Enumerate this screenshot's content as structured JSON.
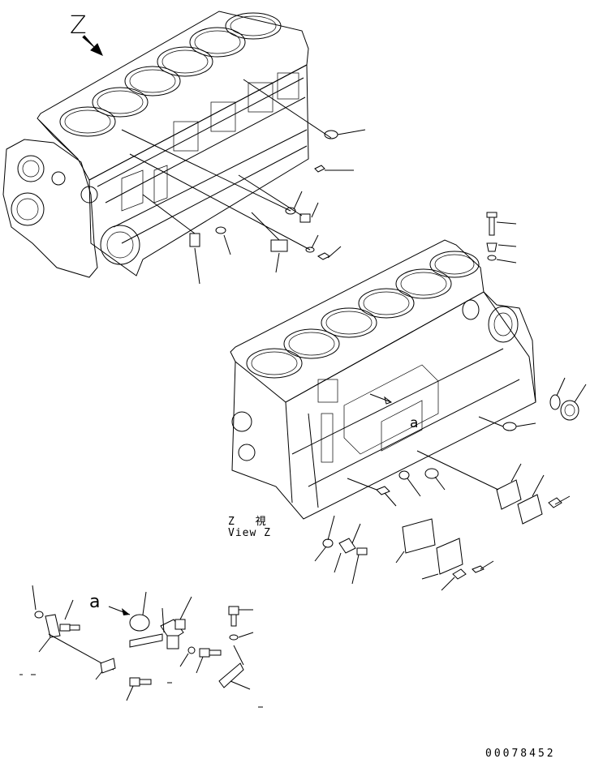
{
  "labels": {
    "view_letter": "Z",
    "view_caption_cn": "Z 視",
    "view_caption_en": "View Z",
    "detail_letter": "a",
    "inner_letter": "a",
    "drawing_number": "00078452"
  },
  "icons": {
    "view_arrow": "arrow-down-right-icon",
    "detail_arrow": "arrow-right-icon"
  },
  "colors": {
    "line": "#000000",
    "background": "#ffffff"
  }
}
